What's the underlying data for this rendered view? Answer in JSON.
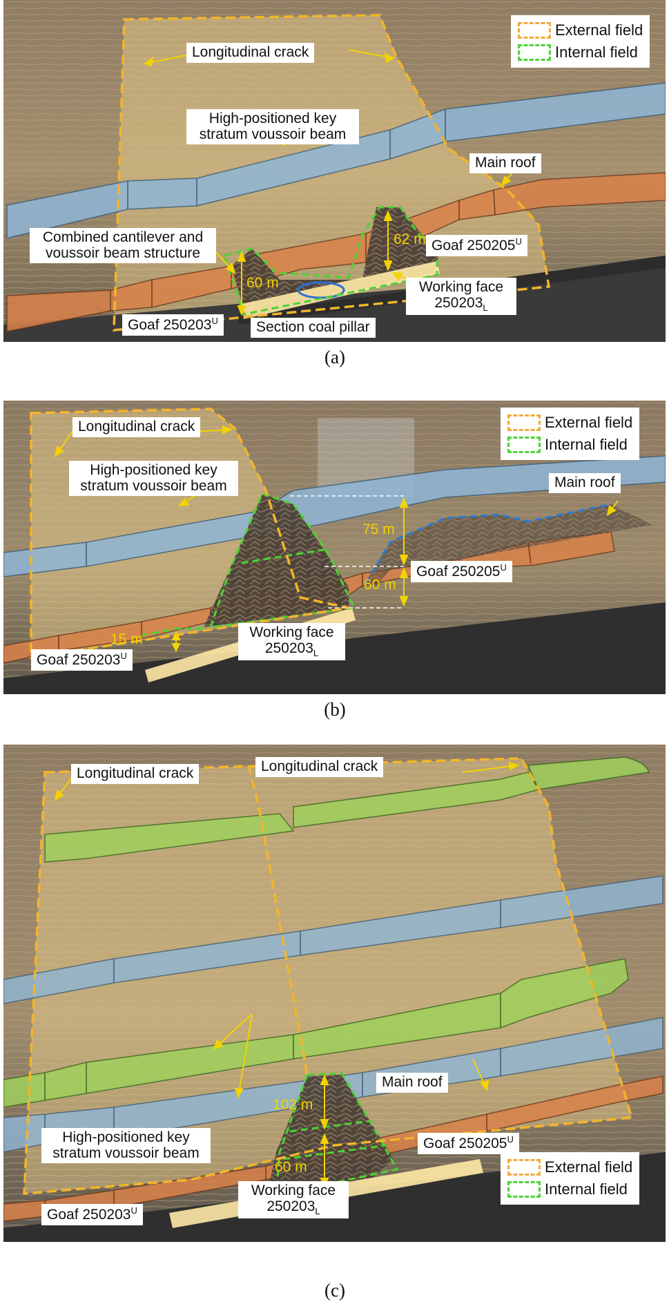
{
  "colors": {
    "external_field": "#f3b52b",
    "internal_field": "#4ad433",
    "high_key_stratum": "#8fb6d6",
    "main_roof": "#d9824a",
    "upper_stratum": "#9fd05c",
    "coal_pillar": "#ffe9a6",
    "dimension": "#f2d300"
  },
  "legend": {
    "external": "External field",
    "internal": "Internal field"
  },
  "panels": [
    {
      "caption": "(a)",
      "labels": {
        "crack": "Longitudinal crack",
        "key_stratum": "High-positioned key stratum voussoir beam",
        "main_roof": "Main roof",
        "combined": "Combined cantilever and voussoir beam structure",
        "goaf_right": "Goaf 250205",
        "goaf_right_sup": "U",
        "goaf_left": "Goaf 250203",
        "goaf_left_sup": "U",
        "working_face": "Working face 250203",
        "working_face_sub": "L",
        "coal_pillar": "Section coal pillar"
      },
      "dimensions": [
        "62 m",
        "60 m"
      ]
    },
    {
      "caption": "(b)",
      "labels": {
        "crack": "Longitudinal crack",
        "key_stratum": "High-positioned key stratum voussoir beam",
        "main_roof": "Main roof",
        "goaf_right": "Goaf 250205",
        "goaf_right_sup": "U",
        "goaf_left": "Goaf 250203",
        "goaf_left_sup": "U",
        "working_face": "Working face 250203",
        "working_face_sub": "L"
      },
      "dimensions": [
        "75 m",
        "60 m",
        "15 m"
      ]
    },
    {
      "caption": "(c)",
      "labels": {
        "crack_left": "Longitudinal crack",
        "crack_right": "Longitudinal crack",
        "key_stratum": "High-positioned key stratum voussoir beam",
        "main_roof": "Main roof",
        "goaf_right": "Goaf 250205",
        "goaf_right_sup": "U",
        "goaf_left": "Goaf 250203",
        "goaf_left_sup": "U",
        "working_face": "Working face 250203",
        "working_face_sub": "L"
      },
      "dimensions": [
        "102 m",
        "60 m"
      ]
    }
  ]
}
